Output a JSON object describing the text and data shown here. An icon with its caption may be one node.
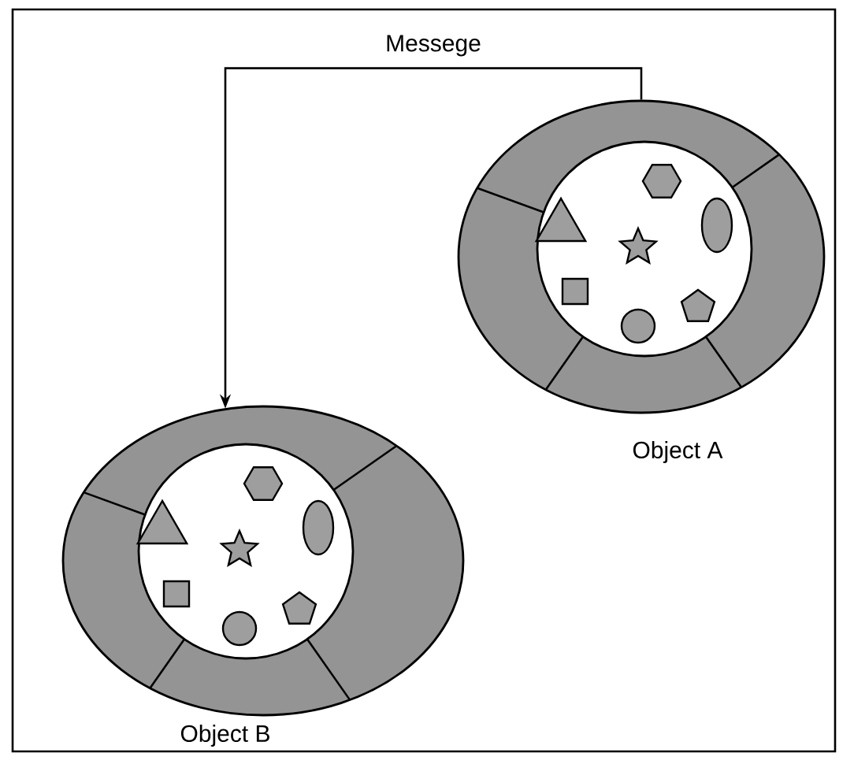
{
  "diagram": {
    "nodes": [
      {
        "text": [],
        "shape": "picture",
        "beside": [
          "Object A"
        ]
      },
      {
        "text": [],
        "shape": "picture",
        "beside": [
          "Object B"
        ]
      }
    ],
    "edges": [
      {
        "from": 0,
        "to": 1,
        "arrow": "to",
        "label": "Messege"
      }
    ]
  }
}
